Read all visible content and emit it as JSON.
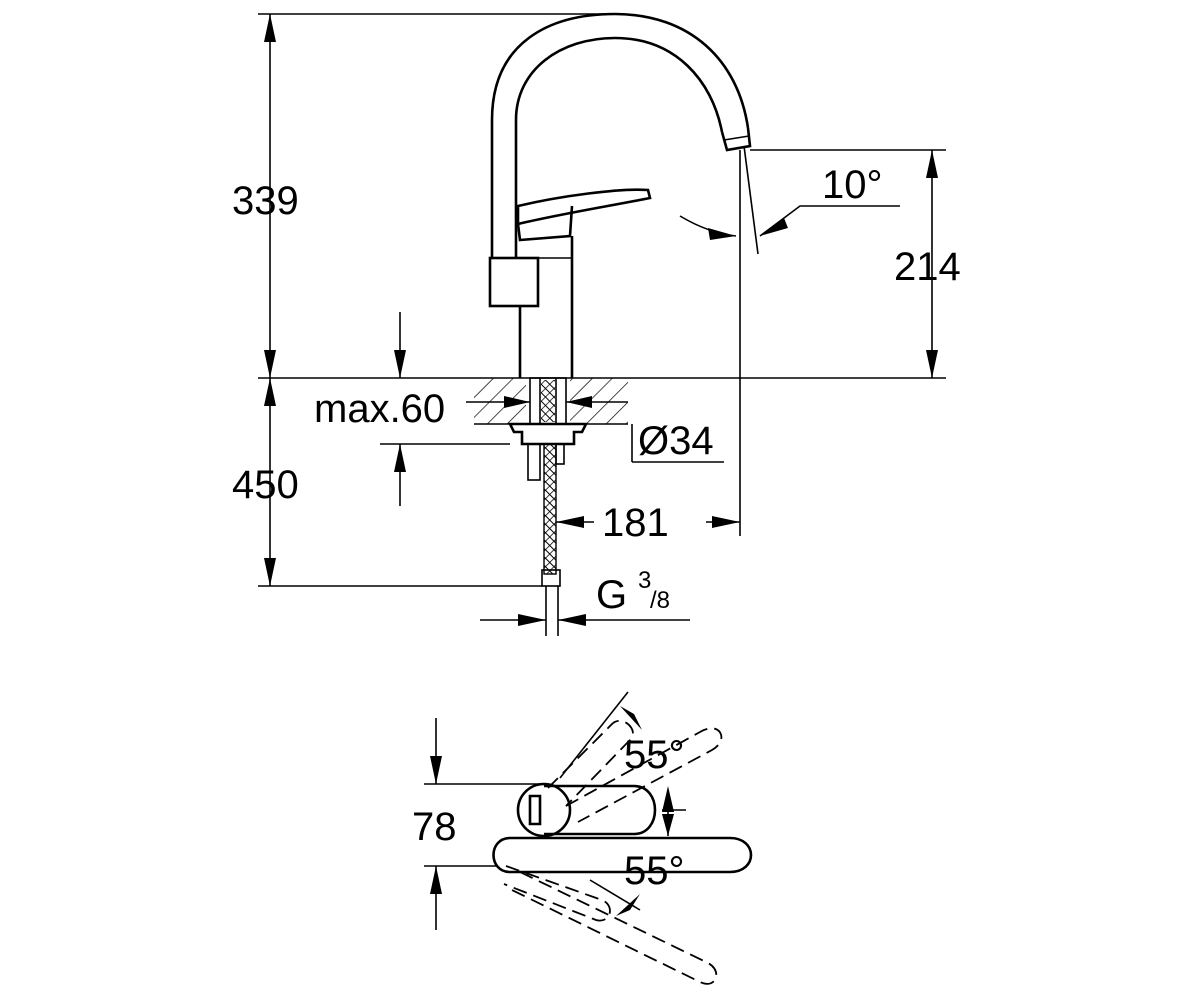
{
  "dimensions": {
    "total_height": "339",
    "spout_height": "214",
    "spout_angle": "10°",
    "max_deck": "max.60",
    "hole_diameter": "Ø34",
    "hose_length": "450",
    "reach": "181",
    "thread_prefix": "G",
    "thread_num": "3",
    "thread_den": "/8",
    "lever_offset": "78",
    "lever_angle_up": "55°",
    "lever_angle_down": "55°"
  }
}
